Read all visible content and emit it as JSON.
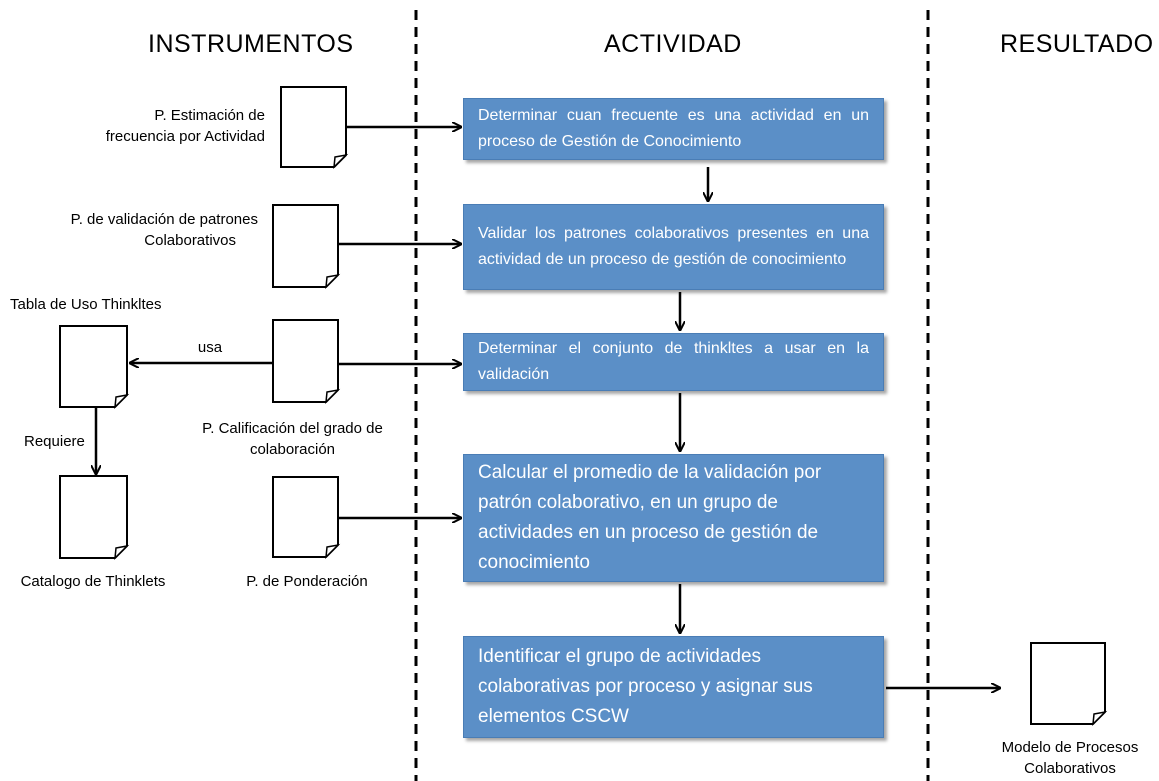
{
  "headers": {
    "instrumentos": "INSTRUMENTOS",
    "actividad": "ACTIVIDAD",
    "resultado": "RESULTADO"
  },
  "activities": [
    "Determinar cuan frecuente es una actividad en un proceso de Gestión de Conocimiento",
    "Validar los patrones colaborativos presentes en una actividad de un proceso de gestión de conocimiento",
    "Determinar el conjunto de thinkltes a usar en la validación",
    "Calcular el promedio de la validación por patrón colaborativo, en un grupo de actividades en un proceso de gestión de conocimiento",
    "Identificar el grupo de actividades colaborativas por proceso y asignar sus elementos CSCW"
  ],
  "instruments": {
    "estimacion": [
      "P. Estimación de",
      "frecuencia por Actividad"
    ],
    "validacion": [
      "P. de validación de patrones",
      "Colaborativos"
    ],
    "tabla": "Tabla de Uso Thinkltes",
    "calificacion": [
      "P. Calificación del grado de",
      "colaboración"
    ],
    "catalogo": "Catalogo de Thinklets",
    "ponderacion": "P. de Ponderación"
  },
  "edge_labels": {
    "usa": "usa",
    "requiere": "Requiere"
  },
  "result": [
    "Modelo de Procesos",
    "Colaborativos"
  ],
  "colors": {
    "box_fill": "#5b8fc7",
    "box_border": "#4a7db5",
    "box_text": "#ffffff",
    "line": "#000000"
  }
}
